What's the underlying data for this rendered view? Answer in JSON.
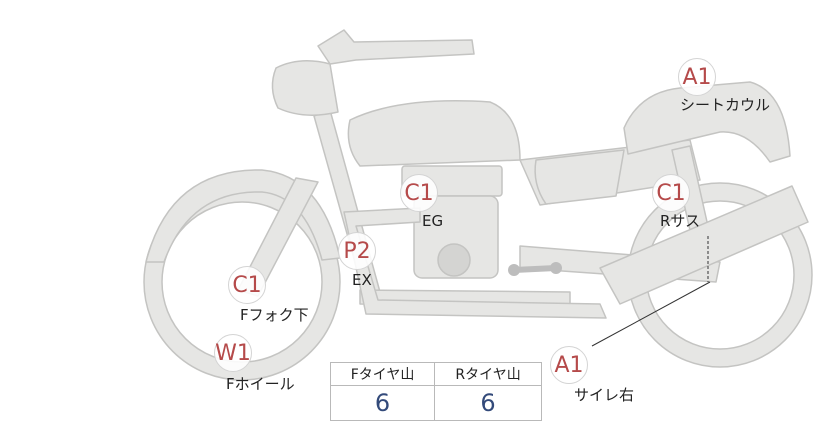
{
  "colors": {
    "body_fill": "#e6e6e4",
    "body_stroke": "#c4c4c2",
    "grade": "#b54a4a",
    "tread_value": "#334a7a"
  },
  "parts": [
    {
      "key": "seat_cowl",
      "grade": "A1",
      "label": "シートカウル"
    },
    {
      "key": "engine",
      "grade": "C1",
      "label": "EG"
    },
    {
      "key": "r_suspension",
      "grade": "C1",
      "label": "Rサス"
    },
    {
      "key": "exhaust",
      "grade": "P2",
      "label": "EX"
    },
    {
      "key": "f_fork_lower",
      "grade": "C1",
      "label": "Fフォク下"
    },
    {
      "key": "f_wheel",
      "grade": "W1",
      "label": "Fホイール"
    },
    {
      "key": "muffler_right",
      "grade": "A1",
      "label": "サイレ右"
    }
  ],
  "tread": {
    "headers": [
      "Fタイヤ山",
      "Rタイヤ山"
    ],
    "values": [
      "6",
      "6"
    ]
  }
}
